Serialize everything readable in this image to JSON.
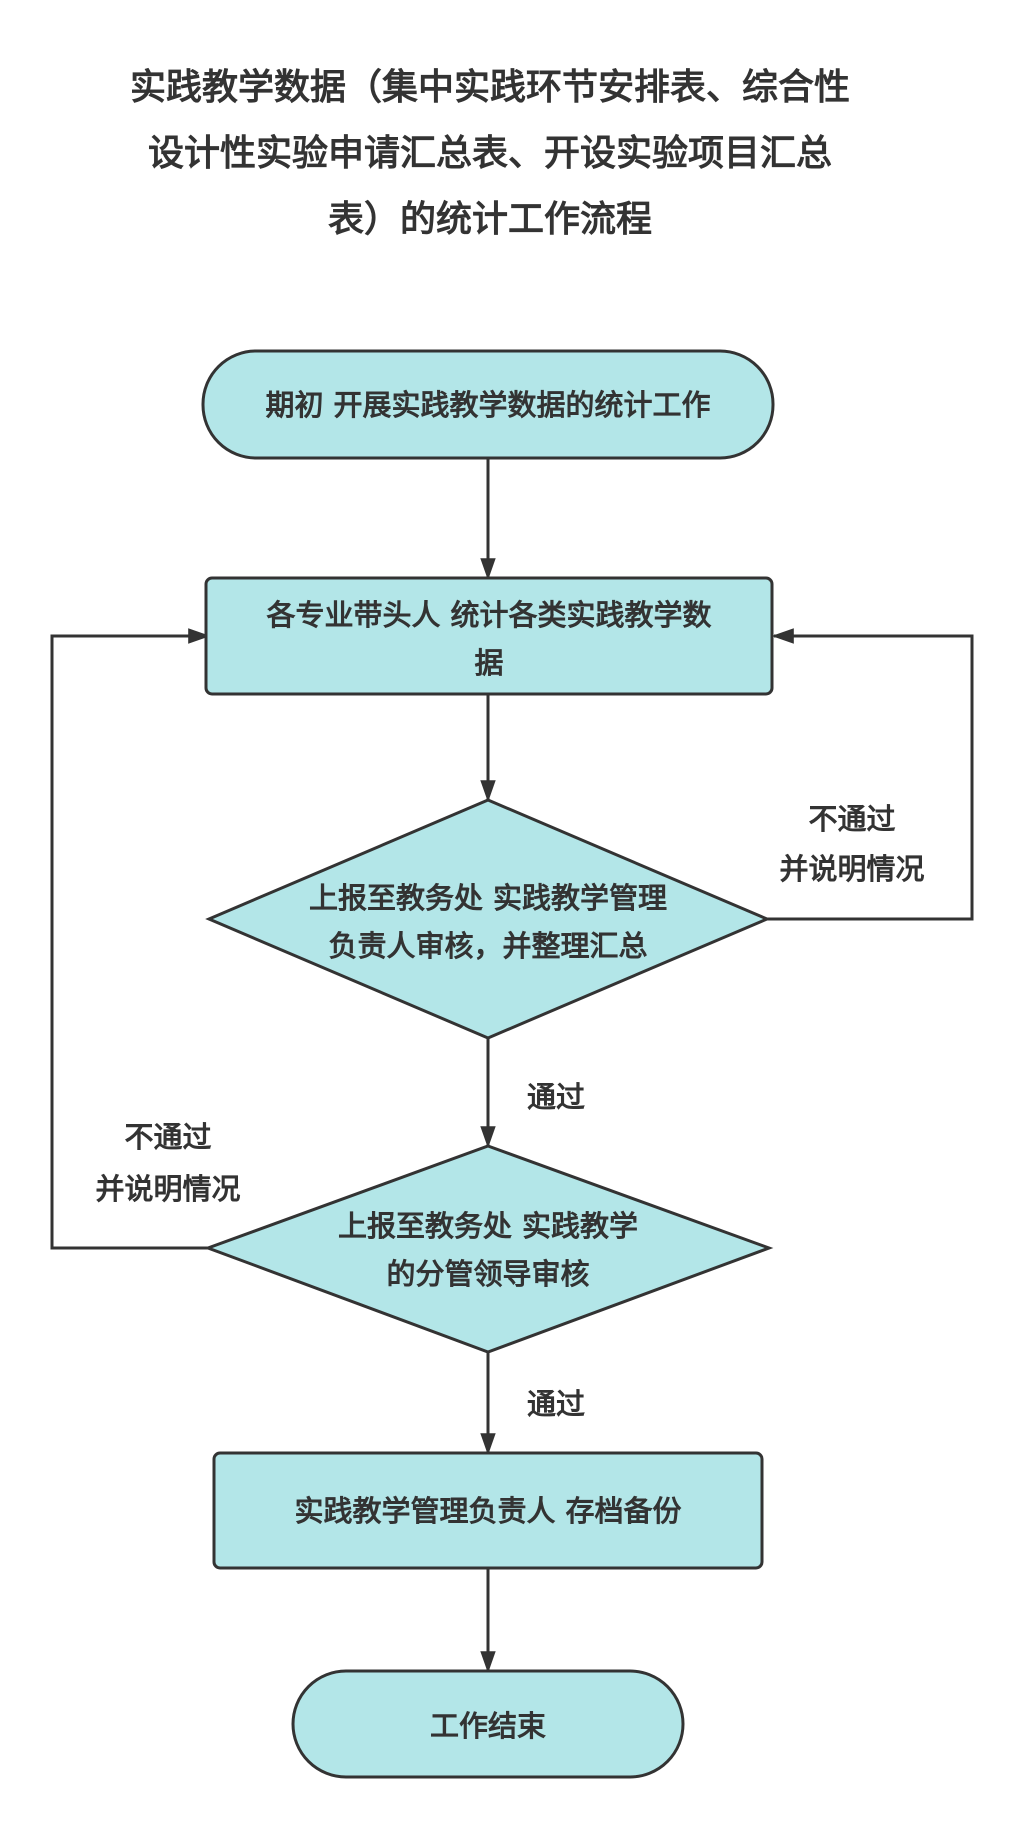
{
  "title": {
    "lines": [
      "实践教学数据（集中实践环节安排表、综合性",
      "设计性实验申请汇总表、开设实验项目汇总",
      "表）的统计工作流程"
    ]
  },
  "colors": {
    "node_fill": "#b3e6e8",
    "stroke": "#333333",
    "text": "#333333",
    "background": "#ffffff"
  },
  "nodes": {
    "start": {
      "lines": [
        "期初 开展实践教学数据的统计工作"
      ]
    },
    "collect": {
      "lines": [
        "各专业带头人 统计各类实践教学数",
        "据"
      ]
    },
    "review1": {
      "lines": [
        "上报至教务处 实践教学管理",
        "负责人审核，并整理汇总"
      ]
    },
    "review2": {
      "lines": [
        "上报至教务处 实践教学",
        "的分管领导审核"
      ]
    },
    "archive": {
      "lines": [
        "实践教学管理负责人 存档备份"
      ]
    },
    "end": {
      "lines": [
        "工作结束"
      ]
    }
  },
  "edge_labels": {
    "pass1": "通过",
    "pass2": "通过",
    "fail1": {
      "lines": [
        "不通过",
        "并说明情况"
      ]
    },
    "fail2": {
      "lines": [
        "不通过",
        "并说明情况"
      ]
    }
  }
}
